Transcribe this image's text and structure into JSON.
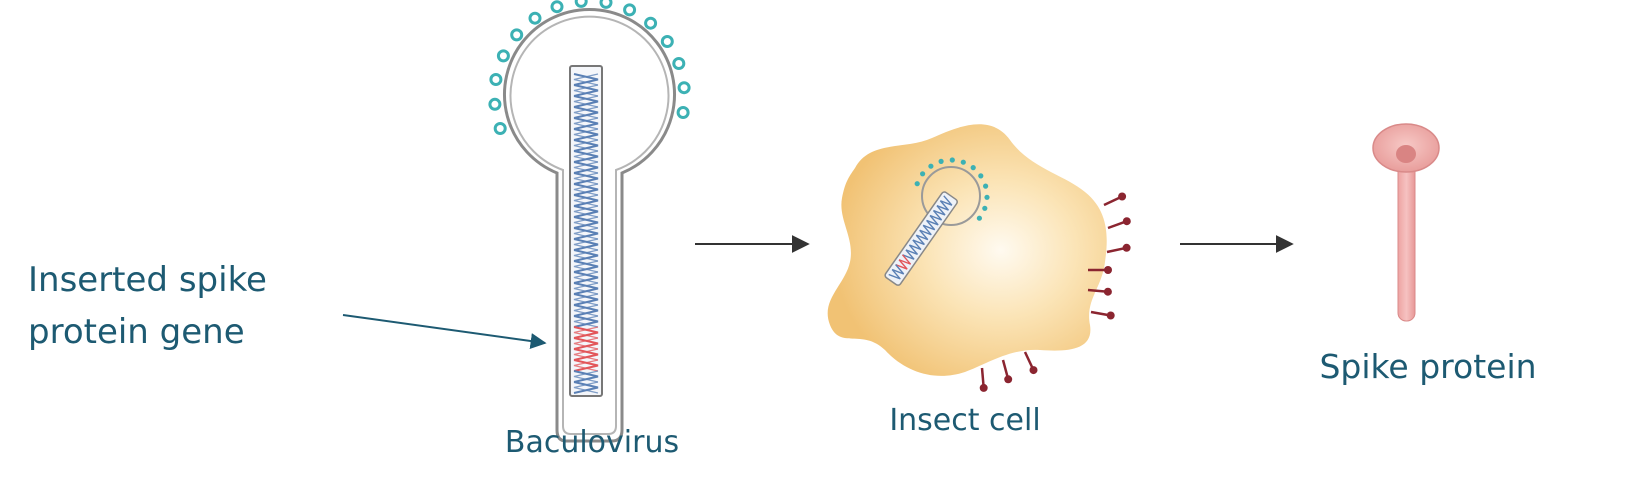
{
  "labels": {
    "inserted_gene_line1": "Inserted spike",
    "inserted_gene_line2": "protein gene",
    "baculovirus": "Baculovirus",
    "insect_cell": "Insect cell",
    "spike_protein": "Spike protein"
  },
  "colors": {
    "label_text": "#1d5a72",
    "virus_outline": "#8a8a8a",
    "envelope_spikes": "#3cb1b4",
    "dna_strand": "#5a80b5",
    "dna_insert": "#e2565a",
    "cell_fill_center": "#fff8ea",
    "cell_fill_edge": "#f3c779",
    "cell_spikes": "#8b2530",
    "spike_protein_fill": "#f2b4b3",
    "arrow": "#333333",
    "pointer_arrow": "#1d5a72"
  },
  "icons": {
    "baculovirus": "baculovirus-icon",
    "insect_cell": "insect-cell-icon",
    "spike_protein": "spike-protein-icon",
    "process_arrow": "right-arrow-icon"
  }
}
